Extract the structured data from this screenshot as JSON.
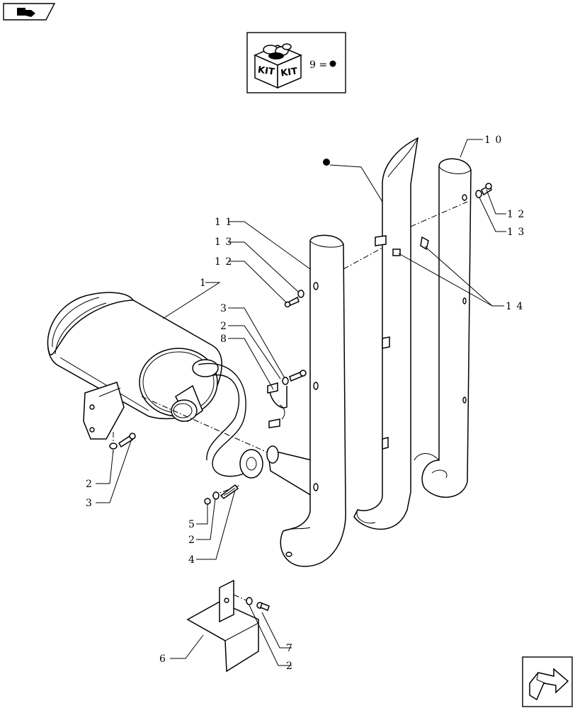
{
  "kit_box": {
    "kit_text_1": "KIT",
    "kit_text_2": "KIT",
    "legend_text": "9 ="
  },
  "callouts": {
    "c1": "1",
    "c2_a": "2",
    "c2_b": "2",
    "c2_c": "2",
    "c2_d": "2",
    "c3_a": "3",
    "c3_b": "3",
    "c4": "4",
    "c5": "5",
    "c6": "6",
    "c7": "7",
    "c8": "8",
    "c10": "1 0",
    "c11": "1 1",
    "c12_a": "1 2",
    "c12_b": "1 2",
    "c13_a": "1 3",
    "c13_b": "1 3",
    "c14": "1 4"
  }
}
